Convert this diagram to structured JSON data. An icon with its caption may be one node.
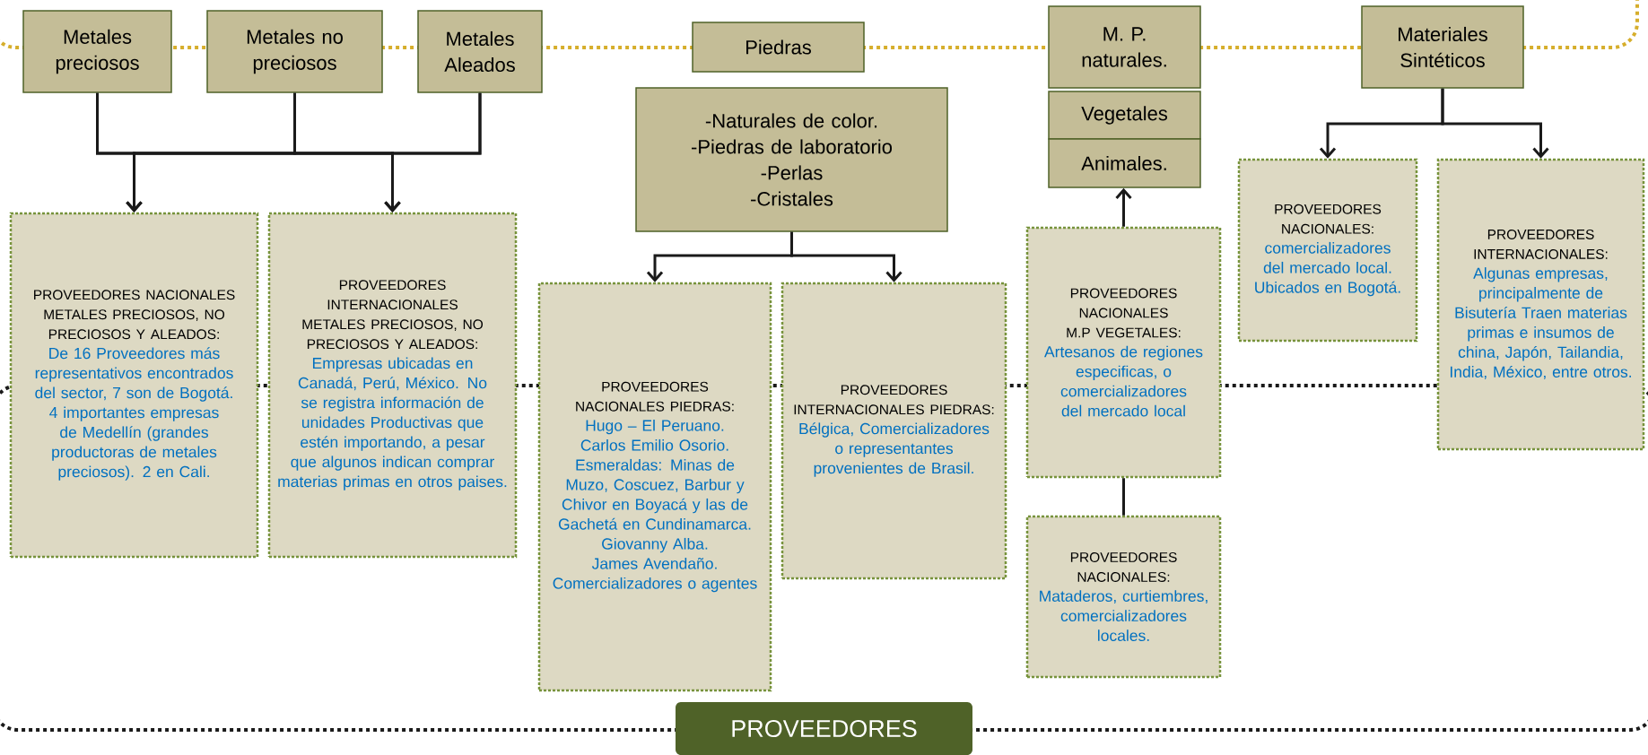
{
  "diagram": {
    "nodes": [
      {
        "text": [
          "Metales preciosos"
        ]
      },
      {
        "text": [
          "Metales no preciosos"
        ]
      },
      {
        "text": [
          "Metales Aleados"
        ]
      },
      {
        "text": [
          "Piedras"
        ]
      },
      {
        "text": [
          "-Naturales de color.",
          "-Piedras de laboratorio",
          "-Perlas",
          "-Cristales"
        ]
      },
      {
        "text": [
          "M. P. naturales."
        ]
      },
      {
        "text": [
          "Vegetales"
        ]
      },
      {
        "text": [
          "Animales."
        ]
      },
      {
        "text": [
          "Materiales Sintéticos"
        ]
      },
      {
        "text": [
          "PROVEEDORES NACIONALES METALES PRECIOSOS, NO PRECIOSOS Y ALEADOS:",
          "De 16 Proveedores más representativos encontrados del sector, 7 son de Bogotá. 4 importantes empresas de Medellín (grandes productoras de metales preciosos). 2 en Cali."
        ]
      },
      {
        "text": [
          "PROVEEDORES INTERNACIONALES METALES PRECIOSOS, NO PRECIOSOS Y ALEADOS:",
          "Empresas ubicadas en Canadá, Perú, México. No se registra información de unidades Productivas que estén importando, a pesar que algunos indican comprar materias primas en otros paises."
        ]
      },
      {
        "text": [
          "PROVEEDORES NACIONALES PIEDRAS:",
          "Hugo – El Peruano.",
          "Carlos Emilio Osorio.",
          "Esmeraldas: Minas de Muzo, Coscuez, Barbur y Chivor en Boyacá y las de Gachetá en Cundinamarca.",
          "Giovanny Alba.",
          "James Avendaño.",
          "Comercializadores o agentes"
        ]
      },
      {
        "text": [
          "PROVEEDORES INTERNACIONALES PIEDRAS:",
          "Bélgica, Comercializadores o representantes provenientes de Brasil."
        ]
      },
      {
        "text": [
          "PROVEEDORES NACIONALES M.P VEGETALES:",
          "Artesanos de regiones especificas, o comercializadores del mercado local"
        ]
      },
      {
        "text": [
          "PROVEEDORES NACIONALES:",
          "comercializadores del mercado local. Ubicados en Bogotá."
        ]
      },
      {
        "text": [
          "PROVEEDORES INTERNACIONALES:",
          "Algunas empresas, principalmente de Bisutería Traen materias primas e insumos de china, Japón, Tailandia, India, México, entre otros."
        ]
      },
      {
        "text": [
          "PROVEEDORES NACIONALES:",
          "Mataderos, curtiembres, comercializadores locales."
        ]
      },
      {
        "text": [
          "PROVEEDORES"
        ]
      }
    ],
    "edges": [
      {
        "from": 0,
        "to": 9,
        "arrow": "to"
      },
      {
        "from": 1,
        "to": 9,
        "arrow": "to"
      },
      {
        "from": 2,
        "to": 9,
        "arrow": "to"
      },
      {
        "from": 0,
        "to": 10,
        "arrow": "to"
      },
      {
        "from": 1,
        "to": 10,
        "arrow": "to"
      },
      {
        "from": 2,
        "to": 10,
        "arrow": "to"
      },
      {
        "from": 4,
        "to": 11,
        "arrow": "to"
      },
      {
        "from": 4,
        "to": 12,
        "arrow": "to"
      },
      {
        "from": 13,
        "to": 7,
        "arrow": "to"
      },
      {
        "from": 13,
        "to": 16,
        "arrow": "none"
      },
      {
        "from": 8,
        "to": 14,
        "arrow": "to"
      },
      {
        "from": 8,
        "to": 15,
        "arrow": "to"
      }
    ]
  }
}
